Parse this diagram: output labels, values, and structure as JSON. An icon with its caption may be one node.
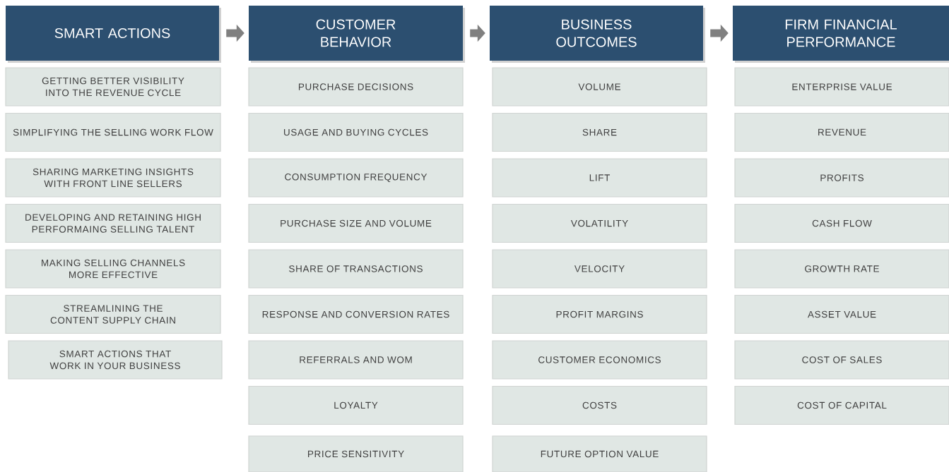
{
  "diagram": {
    "nodes": [
      {
        "text": [
          "SMART ACTIONS"
        ]
      },
      {
        "text": [
          "GETTING BETTER VISIBILITY INTO THE REVENUE CYCLE"
        ]
      },
      {
        "text": [
          "SIMPLIFYING THE SELLING WORK FLOW"
        ]
      },
      {
        "text": [
          "SHARING MARKETING INSIGHTS WITH FRONT LINE SELLERS"
        ]
      },
      {
        "text": [
          "DEVELOPING AND RETAINING HIGH PERFORMAING SELLING TALENT"
        ]
      },
      {
        "text": [
          "MAKING SELLING CHANNELS MORE EFFECTIVE"
        ]
      },
      {
        "text": [
          "STREAMLINING THE CONTENT SUPPLY CHAIN"
        ]
      },
      {
        "text": [
          "SMART ACTIONS THAT WORK IN YOUR BUSINESS"
        ]
      },
      {
        "text": [
          "CUSTOMER BEHAVIOR"
        ]
      },
      {
        "text": [
          "PURCHASE DECISIONS"
        ]
      },
      {
        "text": [
          "USAGE AND BUYING CYCLES"
        ]
      },
      {
        "text": [
          "CONSUMPTION FREQUENCY"
        ]
      },
      {
        "text": [
          "PURCHASE SIZE AND VOLUME"
        ]
      },
      {
        "text": [
          "SHARE OF TRANSACTIONS"
        ]
      },
      {
        "text": [
          "RESPONSE AND CONVERSION RATES"
        ]
      },
      {
        "text": [
          "REFERRALS AND WOM"
        ]
      },
      {
        "text": [
          "LOYALTY"
        ]
      },
      {
        "text": [
          "PRICE SENSITIVITY"
        ]
      },
      {
        "text": [
          "BUSINESS OUTCOMES"
        ]
      },
      {
        "text": [
          "VOLUME"
        ]
      },
      {
        "text": [
          "SHARE"
        ]
      },
      {
        "text": [
          "LIFT"
        ]
      },
      {
        "text": [
          "VOLATILITY"
        ]
      },
      {
        "text": [
          "VELOCITY"
        ]
      },
      {
        "text": [
          "PROFIT MARGINS"
        ]
      },
      {
        "text": [
          "CUSTOMER ECONOMICS"
        ]
      },
      {
        "text": [
          "COSTS"
        ]
      },
      {
        "text": [
          "FUTURE OPTION VALUE"
        ]
      },
      {
        "text": [
          "FIRM FINANCIAL PERFORMANCE"
        ]
      },
      {
        "text": [
          "ENTERPRISE VALUE"
        ]
      },
      {
        "text": [
          "REVENUE"
        ]
      },
      {
        "text": [
          "PROFITS"
        ]
      },
      {
        "text": [
          "CASH FLOW"
        ]
      },
      {
        "text": [
          "GROWTH RATE"
        ]
      },
      {
        "text": [
          "ASSET VALUE"
        ]
      },
      {
        "text": [
          "COST OF SALES"
        ]
      },
      {
        "text": [
          "COST OF CAPITAL"
        ]
      }
    ],
    "edges": [
      {
        "from": 0,
        "to": 8,
        "arrow": "to"
      },
      {
        "from": 8,
        "to": 18,
        "arrow": "to"
      },
      {
        "from": 18,
        "to": 28,
        "arrow": "to"
      }
    ]
  }
}
